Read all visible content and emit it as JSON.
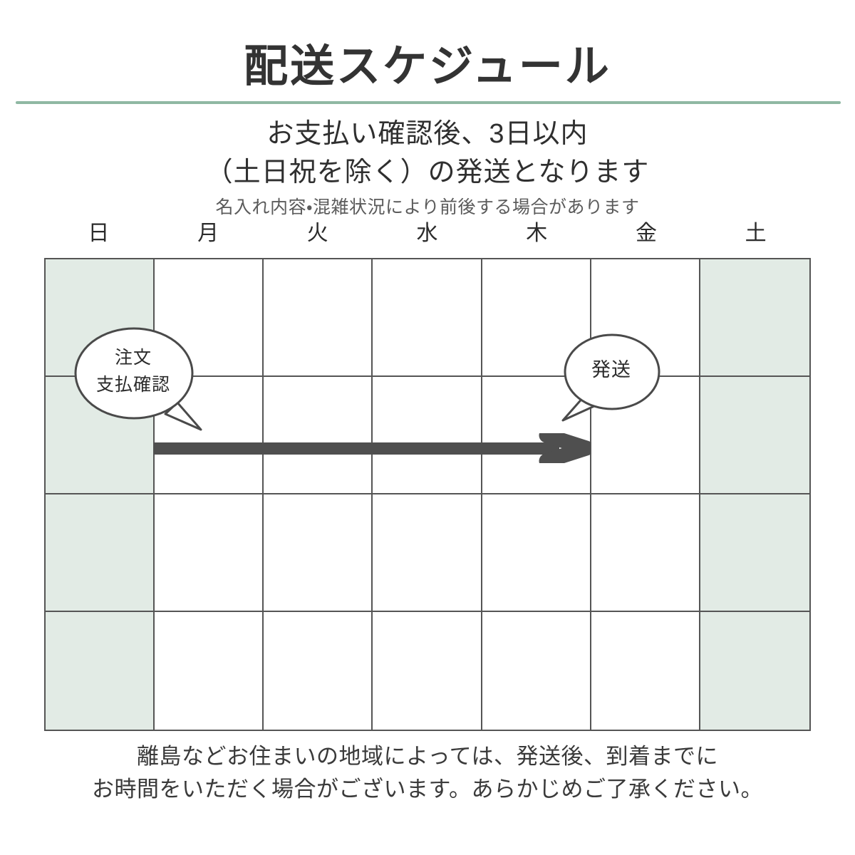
{
  "header": {
    "title": "配送スケジュール",
    "divider_color": "#8fb8a3"
  },
  "subtitle": {
    "line1": "お支払い確認後、3日以内",
    "line2": "（土日祝を除く）の発送となります",
    "note": "名入れ内容・混雑状況により前後する場合があります"
  },
  "calendar": {
    "weekdays": [
      {
        "label": "日",
        "weekend": true
      },
      {
        "label": "月",
        "weekend": false
      },
      {
        "label": "火",
        "weekend": false
      },
      {
        "label": "水",
        "weekend": false
      },
      {
        "label": "木",
        "weekend": false
      },
      {
        "label": "金",
        "weekend": false
      },
      {
        "label": "土",
        "weekend": true
      }
    ],
    "rows": 4,
    "columns": 7,
    "weekend_fill": "#e2ebe5",
    "weekday_fill": "#ffffff",
    "grid_line_color": "#555555"
  },
  "annotations": {
    "order_bubble": {
      "line1": "注文",
      "line2": "支払確認"
    },
    "ship_bubble": {
      "line1": "発送"
    },
    "arrow": {
      "color": "#4f4f4f",
      "from_day": "月",
      "to_day": "木"
    }
  },
  "footer": {
    "line1": "離島などお住まいの地域によっては、発送後、到着までに",
    "line2": "お時間をいただく場合がございます。あらかじめご了承ください。"
  }
}
